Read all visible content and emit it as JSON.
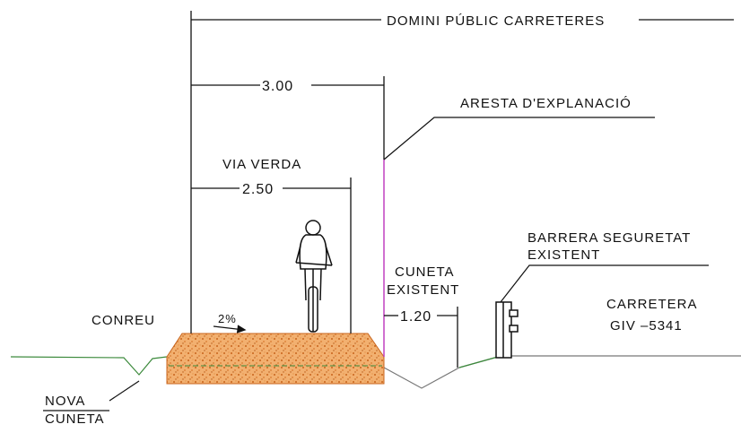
{
  "labels": {
    "domini_public": "DOMINI PÚBLIC CARRETERES",
    "aresta": "ARESTA D'EXPLANACIÓ",
    "via_verda": "VIA VERDA",
    "barrera_line1": "BARRERA SEGURETAT",
    "barrera_line2": "EXISTENT",
    "cuneta_existent_line1": "CUNETA",
    "cuneta_existent_line2": "EXISTENT",
    "carretera_line1": "CARRETERA",
    "carretera_line2": "GIV  –5341",
    "conreu": "CONREU",
    "nova_cuneta_line1": "NOVA",
    "nova_cuneta_line2": "CUNETA",
    "slope": "2%"
  },
  "dimensions": {
    "domini_width": "",
    "total_width": "3.00",
    "path_width": "2.50",
    "ditch_width": "1.20"
  },
  "colors": {
    "line": "#111111",
    "fill_orange": "#f0a560",
    "fill_speckle": "#c8641c",
    "ground_green": "#3c8a3c",
    "edge_magenta": "#c040c0"
  }
}
